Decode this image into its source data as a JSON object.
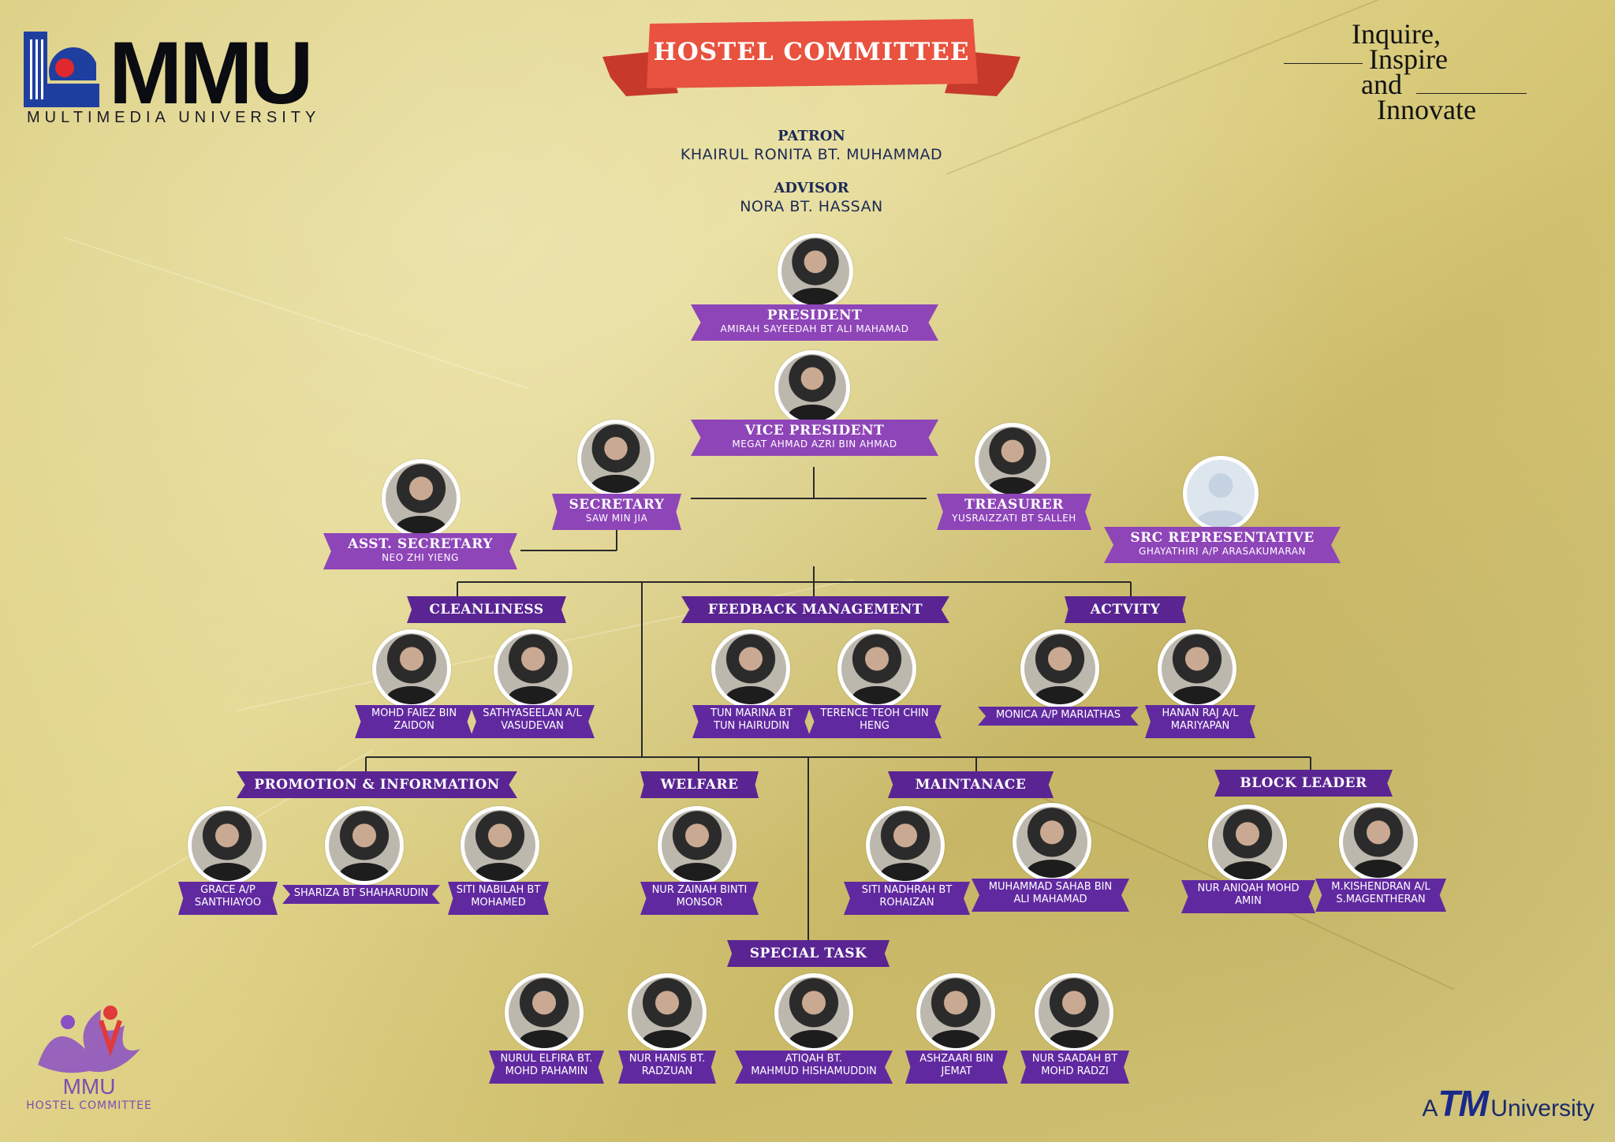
{
  "header": {
    "title": "HOSTEL COMMITTEE",
    "university_short": "MMU",
    "university_full": "MULTIMEDIA UNIVERSITY",
    "motto": [
      "Inquire,",
      "Inspire",
      "and",
      "Innovate"
    ],
    "tm": {
      "a": "A",
      "brand": "TM",
      "univ": "University"
    },
    "hc_logo": {
      "name": "MMU",
      "sub": "HOSTEL COMMITTEE"
    }
  },
  "patron": {
    "role": "PATRON",
    "name": "KHAIRUL RONITA BT. MUHAMMAD"
  },
  "advisor": {
    "role": "ADVISOR",
    "name": "NORA BT. HASSAN"
  },
  "executives": {
    "president": {
      "role": "PRESIDENT",
      "name": "AMIRAH SAYEEDAH BT ALI MAHAMAD"
    },
    "vice_president": {
      "role": "VICE PRESIDENT",
      "name": "MEGAT AHMAD AZRI BIN AHMAD"
    },
    "secretary": {
      "role": "SECRETARY",
      "name": "SAW MIN JIA"
    },
    "asst_secretary": {
      "role": "ASST. SECRETARY",
      "name": "NEO ZHI YIENG"
    },
    "treasurer": {
      "role": "TREASURER",
      "name": "YUSRAIZZATI BT SALLEH"
    },
    "src_rep": {
      "role": "SRC REPRESENTATIVE",
      "name": "GHAYATHIRI A/P ARASAKUMARAN"
    }
  },
  "sections": {
    "cleanliness": {
      "title": "CLEANLINESS",
      "members": [
        [
          "MOHD FAIEZ BIN",
          "ZAIDON"
        ],
        [
          "SATHYASEELAN A/L",
          "VASUDEVAN"
        ]
      ]
    },
    "feedback": {
      "title": "FEEDBACK MANAGEMENT",
      "members": [
        [
          "TUN MARINA BT",
          "TUN HAIRUDIN"
        ],
        [
          "TERENCE TEOH CHIN",
          "HENG"
        ]
      ]
    },
    "activity": {
      "title": "ACTVITY",
      "members": [
        [
          "MONICA A/P MARIATHAS",
          ""
        ],
        [
          "HANAN RAJ A/L",
          "MARIYAPAN"
        ]
      ]
    },
    "promotion": {
      "title": "PROMOTION & INFORMATION",
      "members": [
        [
          "GRACE A/P",
          "SANTHIAYOO"
        ],
        [
          "SHARIZA BT SHAHARUDIN",
          ""
        ],
        [
          "SITI NABILAH BT",
          "MOHAMED"
        ]
      ]
    },
    "welfare": {
      "title": "WELFARE",
      "members": [
        [
          "NUR ZAINAH BINTI",
          "MONSOR"
        ]
      ]
    },
    "maintenance": {
      "title": "MAINTANACE",
      "members": [
        [
          "SITI NADHRAH BT",
          "ROHAIZAN"
        ],
        [
          "MUHAMMAD SAHAB BIN",
          "ALI MAHAMAD"
        ]
      ]
    },
    "block_leader": {
      "title": "BLOCK LEADER",
      "members": [
        [
          "NUR ANIQAH MOHD",
          "AMIN"
        ],
        [
          "M.KISHENDRAN A/L",
          "S.MAGENTHERAN"
        ]
      ]
    },
    "special_task": {
      "title": "SPECIAL TASK",
      "members": [
        [
          "NURUL ELFIRA BT.",
          "MOHD PAHAMIN"
        ],
        [
          "NUR HANIS BT.",
          "RADZUAN"
        ],
        [
          "ATIQAH BT.",
          "MAHMUD HISHAMUDDIN"
        ],
        [
          "ASHZAARI BIN",
          "JEMAT"
        ],
        [
          "NUR SAADAH BT",
          "MOHD RADZI"
        ]
      ]
    }
  },
  "colors": {
    "ribbon_red": "#e8523f",
    "purple": "#6b2fa0",
    "navy": "#1c2a55",
    "mmu_blue": "#1f3fa0"
  }
}
